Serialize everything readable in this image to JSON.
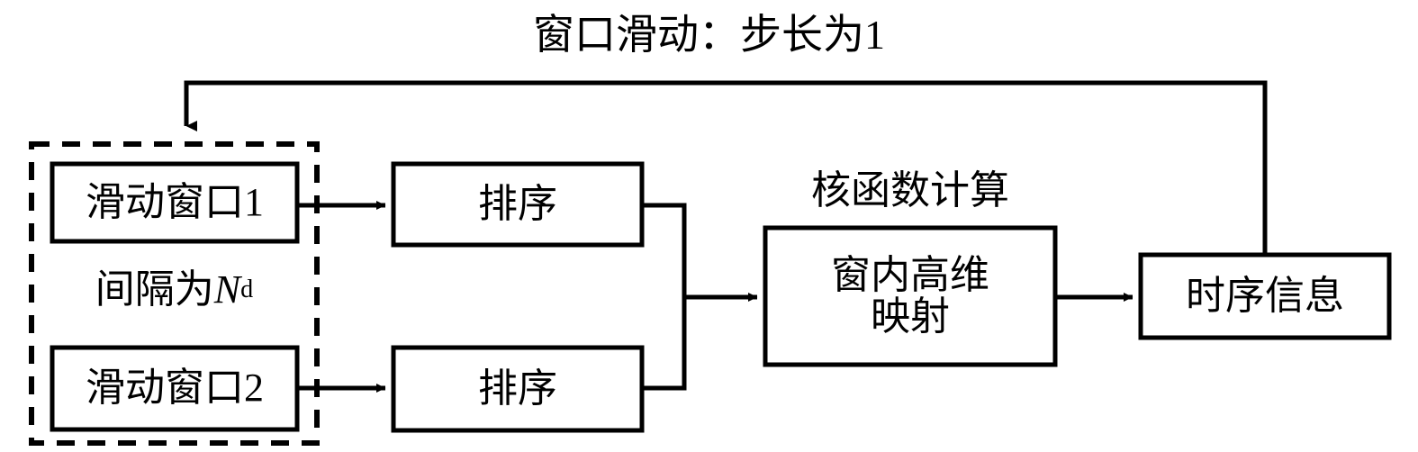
{
  "diagram": {
    "title": "窗口滑动：步长为1",
    "kernel_group_label": "核函数计算",
    "interval_label_prefix": "间隔为",
    "interval_label_var": "N",
    "interval_label_sub": "d",
    "stroke_color": "#000000",
    "background_color": "#ffffff",
    "nodes": [
      {
        "id": "sliding-window-1",
        "label": "滑动窗口1"
      },
      {
        "id": "sliding-window-2",
        "label": "滑动窗口2"
      },
      {
        "id": "sort-1",
        "label": "排序"
      },
      {
        "id": "sort-2",
        "label": "排序"
      },
      {
        "id": "kernel-mapping",
        "label_line1": "窗内高维",
        "label_line2": "映射"
      },
      {
        "id": "temporal-information",
        "label": "时序信息"
      }
    ],
    "edges": [
      {
        "id": "edge-window1-to-sort1",
        "from": "sliding-window-1",
        "to": "sort-1"
      },
      {
        "id": "edge-window2-to-sort2",
        "from": "sliding-window-2",
        "to": "sort-2"
      },
      {
        "id": "edge-sorts-to-kernel",
        "from": "sort-1,sort-2",
        "to": "kernel-mapping"
      },
      {
        "id": "edge-kernel-to-temporal",
        "from": "kernel-mapping",
        "to": "temporal-information"
      },
      {
        "id": "edge-feedback-loop",
        "from": "temporal-information",
        "to": "sliding-window-group",
        "label": "窗口滑动：步长为1"
      }
    ]
  }
}
